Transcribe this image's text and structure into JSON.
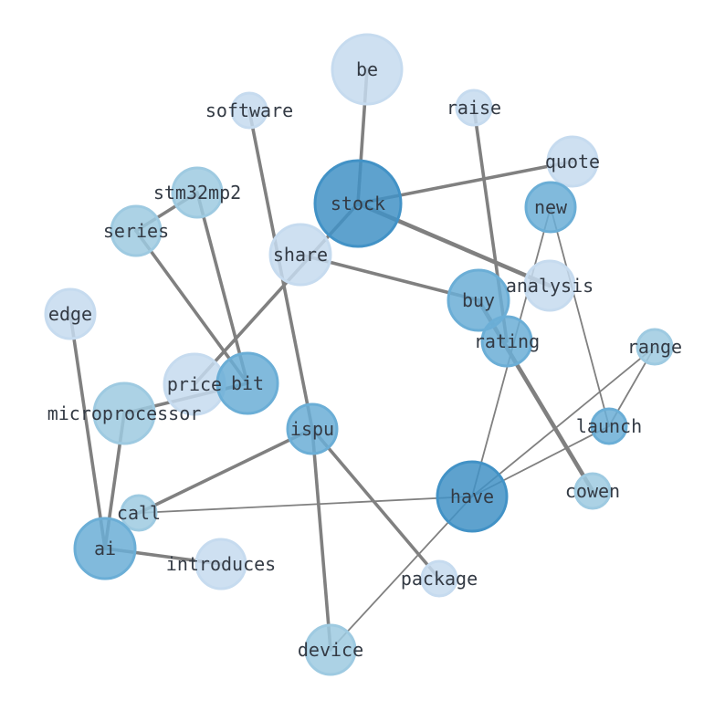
{
  "diagram": {
    "type": "word-co-occurrence-network",
    "node_colors": [
      "#c6dbef",
      "#9ecae1",
      "#6baed6",
      "#4292c6"
    ],
    "edge_color": "#808080",
    "nodes": [
      {
        "id": "be",
        "label": "be",
        "weight": 1
      },
      {
        "id": "software",
        "label": "software",
        "weight": 1
      },
      {
        "id": "raise",
        "label": "raise",
        "weight": 1
      },
      {
        "id": "quote",
        "label": "quote",
        "weight": 1
      },
      {
        "id": "stm32mp2",
        "label": "stm32mp2",
        "weight": 2
      },
      {
        "id": "stock",
        "label": "stock",
        "weight": 4
      },
      {
        "id": "new",
        "label": "new",
        "weight": 3
      },
      {
        "id": "series",
        "label": "series",
        "weight": 2
      },
      {
        "id": "share",
        "label": "share",
        "weight": 1
      },
      {
        "id": "analysis",
        "label": "analysis",
        "weight": 1
      },
      {
        "id": "buy",
        "label": "buy",
        "weight": 3
      },
      {
        "id": "edge",
        "label": "edge",
        "weight": 1
      },
      {
        "id": "rating",
        "label": "rating",
        "weight": 3
      },
      {
        "id": "range",
        "label": "range",
        "weight": 2
      },
      {
        "id": "price",
        "label": "price",
        "weight": 1
      },
      {
        "id": "bit",
        "label": "bit",
        "weight": 3
      },
      {
        "id": "microprocessor",
        "label": "microprocessor",
        "weight": 2
      },
      {
        "id": "launch",
        "label": "launch",
        "weight": 3
      },
      {
        "id": "ispu",
        "label": "ispu",
        "weight": 3
      },
      {
        "id": "have",
        "label": "have",
        "weight": 4
      },
      {
        "id": "cowen",
        "label": "cowen",
        "weight": 2
      },
      {
        "id": "call",
        "label": "call",
        "weight": 2
      },
      {
        "id": "ai",
        "label": "ai",
        "weight": 3
      },
      {
        "id": "introduces",
        "label": "introduces",
        "weight": 1
      },
      {
        "id": "package",
        "label": "package",
        "weight": 1
      },
      {
        "id": "device",
        "label": "device",
        "weight": 2
      }
    ],
    "edges": [
      {
        "source": "stock",
        "target": "be",
        "strength": 2
      },
      {
        "source": "stock",
        "target": "quote",
        "strength": 2
      },
      {
        "source": "stock",
        "target": "analysis",
        "strength": 3
      },
      {
        "source": "stock",
        "target": "price",
        "strength": 2
      },
      {
        "source": "share",
        "target": "buy",
        "strength": 2
      },
      {
        "source": "software",
        "target": "ispu",
        "strength": 2
      },
      {
        "source": "raise",
        "target": "rating",
        "strength": 2
      },
      {
        "source": "buy",
        "target": "cowen",
        "strength": 3
      },
      {
        "source": "stm32mp2",
        "target": "series",
        "strength": 2
      },
      {
        "source": "stm32mp2",
        "target": "bit",
        "strength": 2
      },
      {
        "source": "series",
        "target": "bit",
        "strength": 2
      },
      {
        "source": "microprocessor",
        "target": "bit",
        "strength": 2
      },
      {
        "source": "microprocessor",
        "target": "ai",
        "strength": 2
      },
      {
        "source": "edge",
        "target": "ai",
        "strength": 2
      },
      {
        "source": "ai",
        "target": "introduces",
        "strength": 2
      },
      {
        "source": "ispu",
        "target": "call",
        "strength": 2
      },
      {
        "source": "ispu",
        "target": "package",
        "strength": 2
      },
      {
        "source": "ispu",
        "target": "device",
        "strength": 2
      },
      {
        "source": "call",
        "target": "have",
        "strength": 1
      },
      {
        "source": "new",
        "target": "have",
        "strength": 1
      },
      {
        "source": "new",
        "target": "launch",
        "strength": 1
      },
      {
        "source": "range",
        "target": "have",
        "strength": 1
      },
      {
        "source": "range",
        "target": "launch",
        "strength": 1
      },
      {
        "source": "launch",
        "target": "have",
        "strength": 1
      },
      {
        "source": "have",
        "target": "device",
        "strength": 1
      }
    ]
  }
}
